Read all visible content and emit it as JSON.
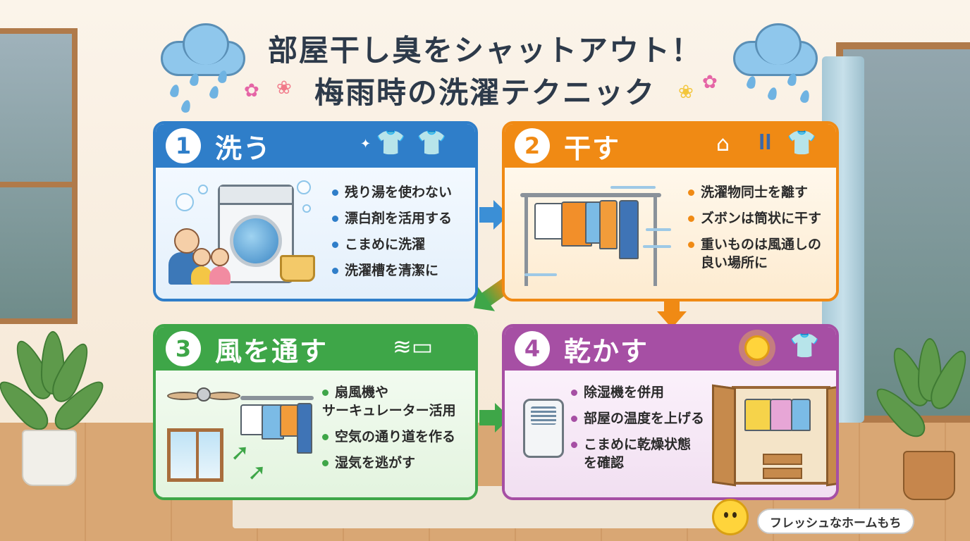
{
  "title": {
    "line1": "部屋干し臭をシャットアウト！",
    "line2": "梅雨時の洗濯テクニック"
  },
  "cards": [
    {
      "number": "1",
      "heading": "洗う",
      "color": "#2f7ec9",
      "items": [
        "残り湯を使わない",
        "漂白剤を活用する",
        "こまめに洗濯",
        "洗濯槽を清潔に"
      ]
    },
    {
      "number": "2",
      "heading": "干す",
      "color": "#f08a14",
      "items": [
        "洗濯物同士を離す",
        "ズボンは筒状に干す",
        "重いものは風通しの",
        "良い場所に"
      ]
    },
    {
      "number": "3",
      "heading": "風を通す",
      "color": "#3ea648",
      "items": [
        "扇風機や",
        "サーキュレーター活用",
        "空気の通り道を作る",
        "湿気を逃がす"
      ]
    },
    {
      "number": "4",
      "heading": "乾かす",
      "color": "#a64fa4",
      "items": [
        "除湿機を併用",
        "部屋の温度を上げる",
        "こまめに乾燥状態",
        "を確認"
      ]
    }
  ],
  "icons": {
    "card1": [
      "washing-machine-icon",
      "family-icon",
      "laundry-basket-icon",
      "tshirt-icon"
    ],
    "card2": [
      "hanger-icon",
      "pants-icon",
      "tshirt-icon",
      "drying-rack-icon",
      "wind-icon"
    ],
    "card3": [
      "window-icon",
      "ceiling-fan-icon",
      "drying-rack-icon",
      "arrow-icon"
    ],
    "card4": [
      "sun-icon",
      "dehumidifier-icon",
      "closet-icon",
      "tshirt-icon"
    ]
  },
  "brand": "フレッシュなホームもち"
}
